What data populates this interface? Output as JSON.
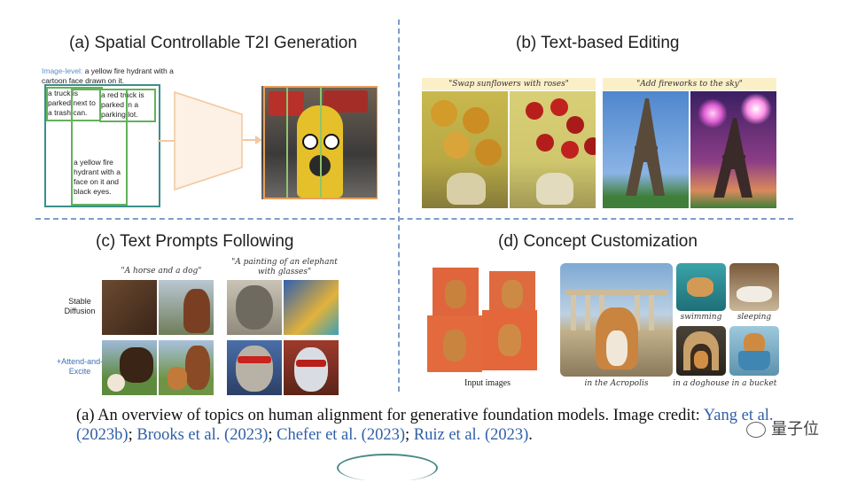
{
  "panels": {
    "a": {
      "title": "(a) Spatial Controllable T2I Generation",
      "image_level_label": "Image-level:",
      "image_level_text": "a yellow fire hydrant with a cartoon face drawn on it.",
      "box1": "a truck is parked next to a trash can.",
      "box2": "a red truck is parked in a parking lot.",
      "box3": "a yellow fire hydrant with a face on it and black eyes."
    },
    "b": {
      "title": "(b) Text-based Editing",
      "prompt1": "\"Swap sunflowers with roses\"",
      "prompt2": "\"Add fireworks to the sky\""
    },
    "c": {
      "title": "(c) Text Prompts Following",
      "prompt1": "\"A horse and a dog\"",
      "prompt2": "\"A painting of an elephant with glasses\"",
      "row1_label": "Stable Diffusion",
      "row2_label": "+Attend-and-Excite"
    },
    "d": {
      "title": "(d) Concept Customization",
      "input_label": "Input images",
      "label_acropolis": "in the Acropolis",
      "label_swimming": "swimming",
      "label_sleeping": "sleeping",
      "label_doghouse": "in a doghouse",
      "label_bucket": "in a bucket"
    }
  },
  "caption": {
    "prefix": "(a) An overview of topics on human alignment for generative foundation models. Image credit: ",
    "cite1_name": "Yang et al.",
    "cite1_year": "2023b",
    "cite2_name": "Brooks et al.",
    "cite2_year": "2023",
    "cite3_name": "Chefer et al.",
    "cite3_year": "2023",
    "cite4_name": "Ruiz et al.",
    "cite4_year": "2023"
  },
  "watermark": "量子位",
  "colors": {
    "separator": "#7f9ccc",
    "citation": "#2f5fa8",
    "box_teal": "#3a8f8a",
    "box_green": "#62b25a"
  }
}
